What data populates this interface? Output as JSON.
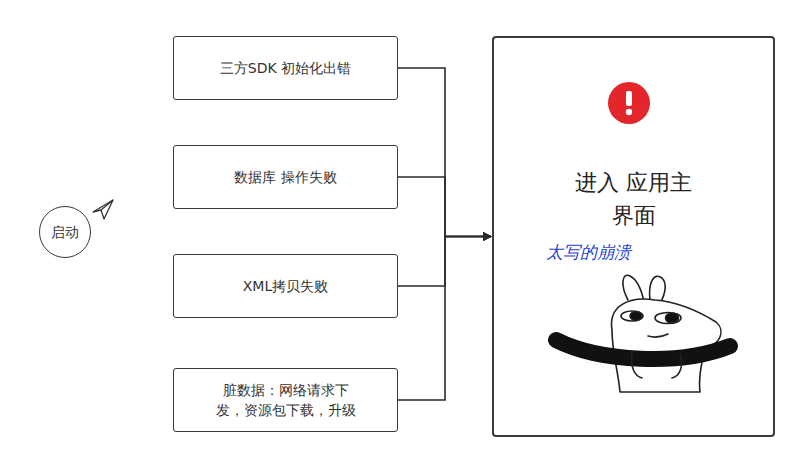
{
  "diagram": {
    "nodes": [
      {
        "text": [
          "启动"
        ]
      },
      {
        "text": [
          "三方SDK 初始化出错"
        ]
      },
      {
        "text": [
          "数据库 操作失败"
        ]
      },
      {
        "text": [
          "XML拷贝失败"
        ]
      },
      {
        "text": [
          "脏数据：网络请求下 发，资源包下载，升级"
        ]
      },
      {
        "text": [
          "进入 应用主界面",
          "太写的崩溃"
        ]
      }
    ],
    "edges": [
      {
        "from": 1,
        "to": 5,
        "arrow": "to"
      },
      {
        "from": 2,
        "to": 5,
        "arrow": "to"
      },
      {
        "from": 3,
        "to": 5,
        "arrow": "to"
      },
      {
        "from": 4,
        "to": 5,
        "arrow": "to"
      }
    ]
  }
}
